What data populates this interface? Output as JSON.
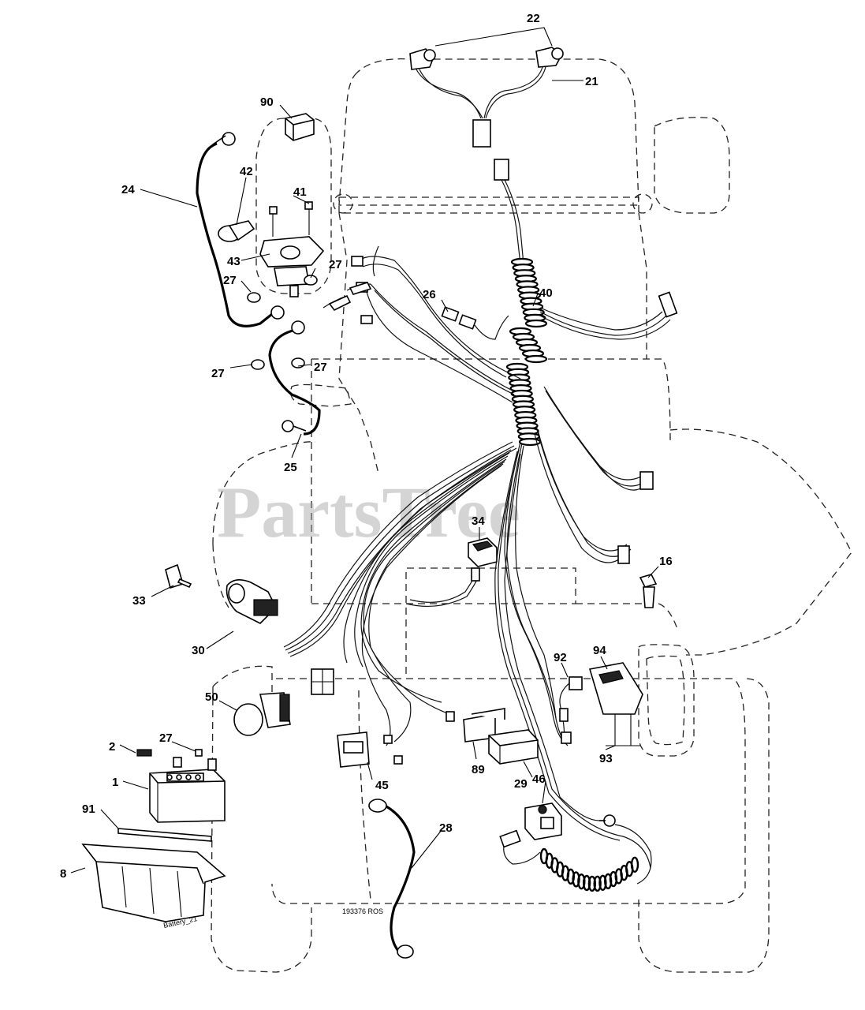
{
  "watermark": "PartsTree",
  "drawing_number": "193376 ROS",
  "battery_label": "Battery_21",
  "callouts": {
    "c22": "22",
    "c21": "21",
    "c90": "90",
    "c24": "24",
    "c42": "42",
    "c41": "41",
    "c43": "43",
    "c27a": "27",
    "c27b": "27",
    "c27c": "27",
    "c27d": "27",
    "c27e": "27",
    "c26": "26",
    "c40": "40",
    "c25": "25",
    "c34": "34",
    "c16": "16",
    "c33": "33",
    "c30": "30",
    "c92": "92",
    "c94": "94",
    "c50": "50",
    "c2": "2",
    "c1": "1",
    "c89": "89",
    "c93": "93",
    "c45": "45",
    "c29": "29",
    "c46": "46",
    "c91": "91",
    "c28": "28",
    "c8": "8"
  }
}
